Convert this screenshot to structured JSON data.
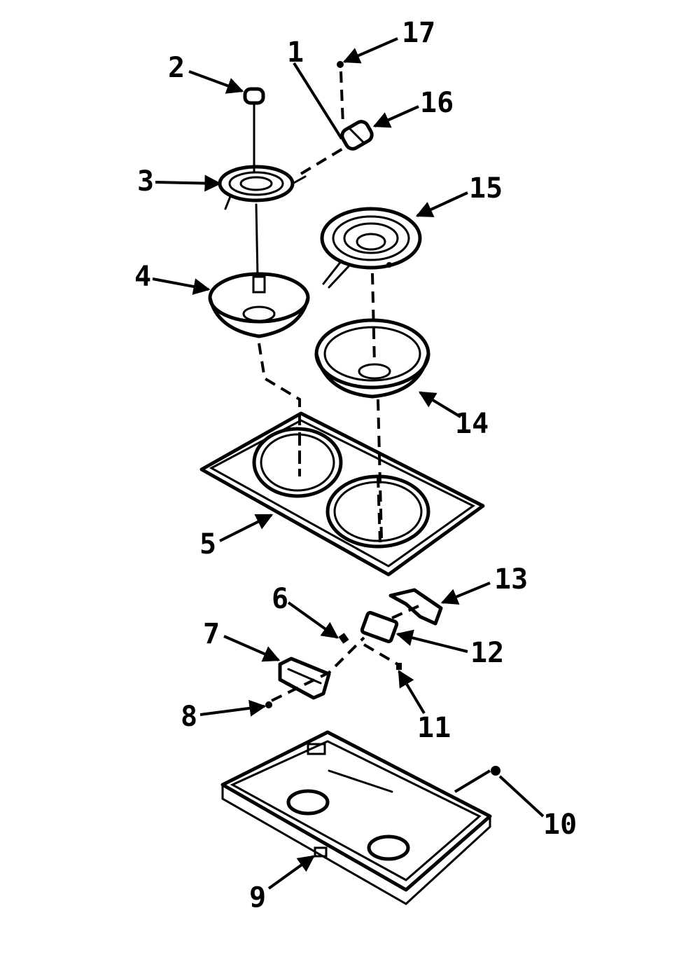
{
  "diagram": {
    "callouts": [
      {
        "id": "17",
        "label": "17"
      },
      {
        "id": "1",
        "label": "1"
      },
      {
        "id": "2",
        "label": "2"
      },
      {
        "id": "16",
        "label": "16"
      },
      {
        "id": "3",
        "label": "3"
      },
      {
        "id": "15",
        "label": "15"
      },
      {
        "id": "4",
        "label": "4"
      },
      {
        "id": "14",
        "label": "14"
      },
      {
        "id": "5",
        "label": "5"
      },
      {
        "id": "13",
        "label": "13"
      },
      {
        "id": "6",
        "label": "6"
      },
      {
        "id": "7",
        "label": "7"
      },
      {
        "id": "12",
        "label": "12"
      },
      {
        "id": "8",
        "label": "8"
      },
      {
        "id": "11",
        "label": "11"
      },
      {
        "id": "10",
        "label": "10"
      },
      {
        "id": "9",
        "label": "9"
      }
    ]
  }
}
